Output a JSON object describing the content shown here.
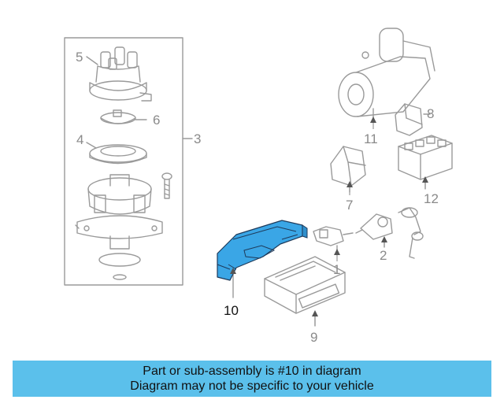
{
  "diagram": {
    "callouts": {
      "n1": "1",
      "n2": "2",
      "n3": "3",
      "n4": "4",
      "n5": "5",
      "n6": "6",
      "n7": "7",
      "n8": "8",
      "n9": "9",
      "n10": "10",
      "n11": "11",
      "n12": "12"
    },
    "highlight_color": "#3aa6e6",
    "line_color": "#9a9a9a"
  },
  "caption": {
    "line1": "Part or sub-assembly is #10 in diagram",
    "line2": "Diagram may not be specific to your vehicle",
    "background": "#5bc0eb"
  }
}
